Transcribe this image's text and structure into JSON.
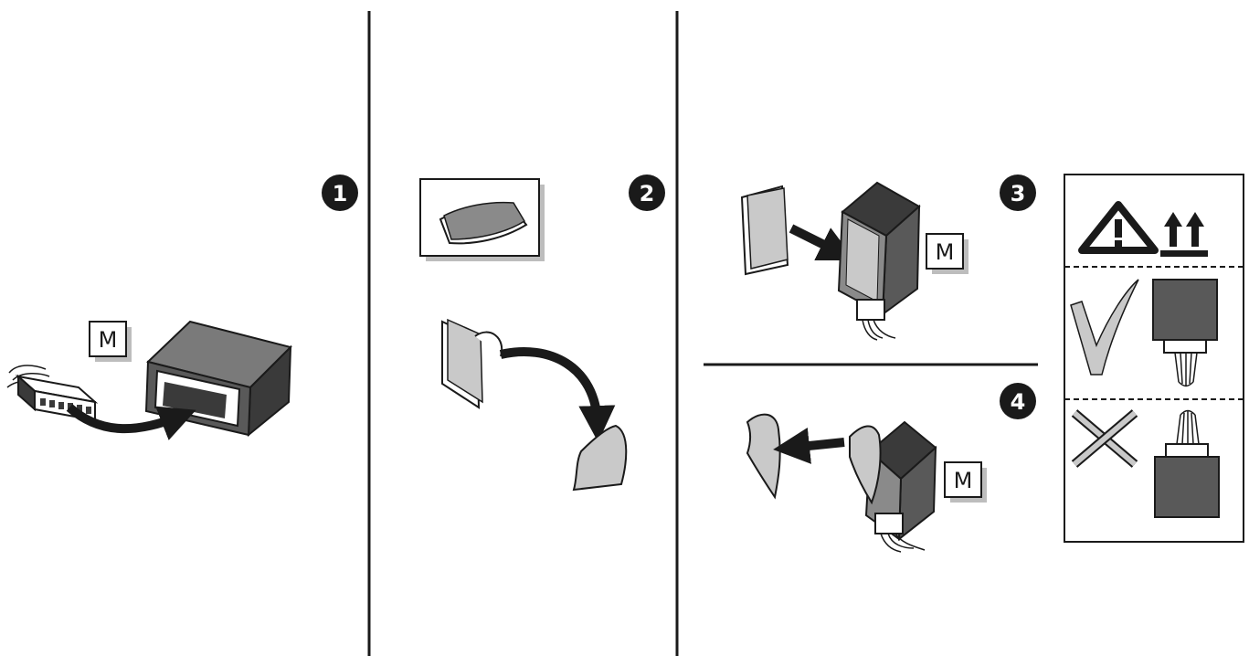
{
  "steps": [
    {
      "number": "1",
      "module_label": "M"
    },
    {
      "number": "2"
    },
    {
      "number": "3",
      "module_label": "M"
    },
    {
      "number": "4",
      "module_label": "M"
    }
  ],
  "colors": {
    "ink": "#1a1a1a",
    "module_body": "#595959",
    "module_dark": "#3a3a3a",
    "pad": "#c9c9c9",
    "shadow": "#bdbdbd"
  },
  "icons": {
    "warning": "warning-triangle-icon",
    "orientation": "this-way-up-arrows-icon",
    "correct": "check-mark-icon",
    "incorrect": "cross-mark-icon"
  }
}
